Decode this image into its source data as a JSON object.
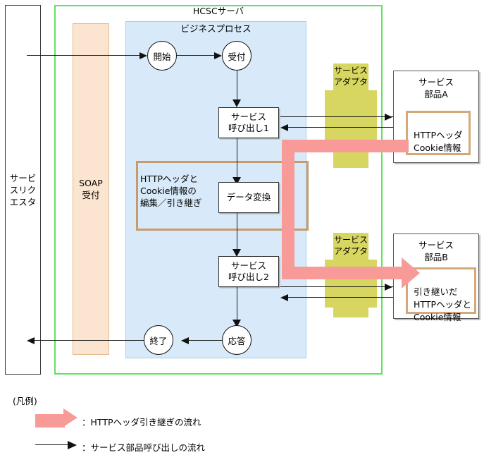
{
  "diagram": {
    "requester": {
      "label": "サービ\nスリク\nエスタ"
    },
    "hcsc": {
      "title": "HCSCサーバ"
    },
    "soap": {
      "label": "SOAP\n受付"
    },
    "business_process": {
      "title": "ビジネスプロセス"
    },
    "nodes": {
      "start": "開始",
      "accept": "受付",
      "service_call_1": "サービス\n呼び出し1",
      "data_transform": "データ変換",
      "service_call_2": "サービス\n呼び出し2",
      "response": "応答",
      "end": "終了"
    },
    "header_group": {
      "label": "HTTPヘッダと\nCookie情報の\n編集／引き継ぎ"
    },
    "adapters": [
      {
        "label": "サービス\nアダプタ"
      },
      {
        "label": "サービス\nアダプタ"
      }
    ],
    "service_components": [
      {
        "title": "サービス\n部品A",
        "inner": "HTTPヘッダ\nCookie情報"
      },
      {
        "title": "サービス\n部品B",
        "inner": "引き継いだ\nHTTPヘッダと\nCookie情報"
      }
    ],
    "legend": {
      "title": "(凡例)",
      "pink_item": "：HTTPヘッダ引き継ぎの流れ",
      "thin_item": "：サービス部品呼び出しの流れ"
    },
    "colors": {
      "hcsc_frame": "#5fe35f",
      "business_process_fill": "#d8eaf9",
      "soap_fill": "#fbe5d0",
      "adapter_fill": "#d7d660",
      "pink_flow": "#f79a98",
      "header_group_border": "#c89b6a",
      "inner_box_border": "#d4a878"
    }
  }
}
